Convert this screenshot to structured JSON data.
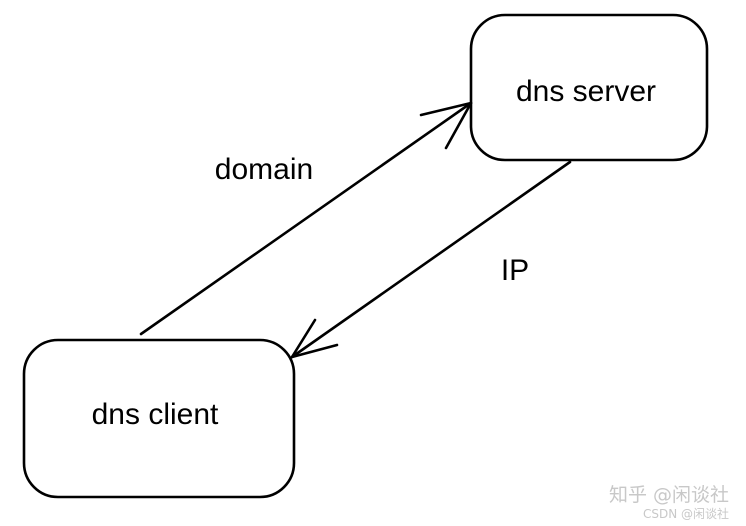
{
  "nodes": {
    "server": {
      "label": "dns server"
    },
    "client": {
      "label": "dns client"
    }
  },
  "edges": {
    "request": {
      "label": "domain"
    },
    "response": {
      "label": "IP"
    }
  },
  "watermark": {
    "primary": "知乎 @闲谈社",
    "secondary": "CSDN @闲谈社"
  },
  "colors": {
    "stroke": "#000000",
    "background": "#ffffff",
    "watermark": "#c8c8c8"
  }
}
